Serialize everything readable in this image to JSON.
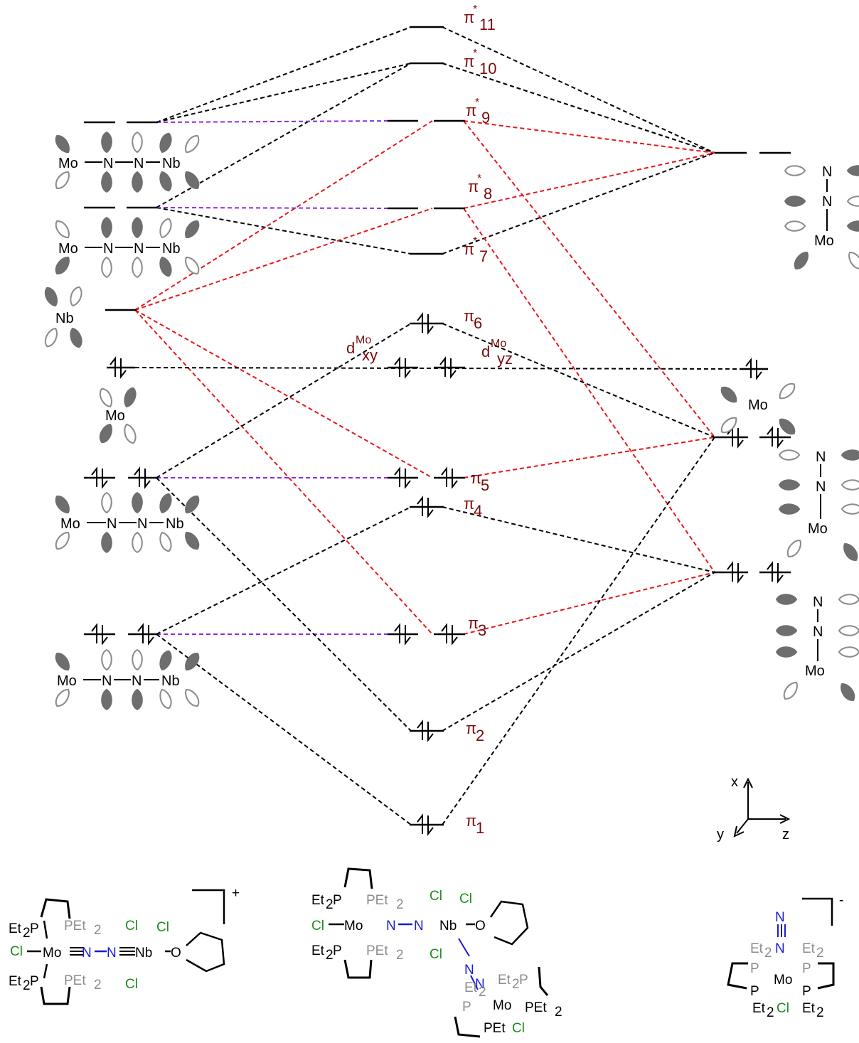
{
  "mo_labels": {
    "pi11": {
      "base": "π",
      "sup": "*",
      "sub": "11"
    },
    "pi10": {
      "base": "π",
      "sup": "*",
      "sub": "10"
    },
    "pi9": {
      "base": "π",
      "sup": "*",
      "sub": "9"
    },
    "pi8": {
      "base": "π",
      "sup": "*",
      "sub": "8"
    },
    "pi7": {
      "base": "π",
      "sup": "*",
      "sub": "7"
    },
    "pi6": {
      "base": "π",
      "sub": "6"
    },
    "pi5": {
      "base": "π",
      "sub": "5"
    },
    "pi4": {
      "base": "π",
      "sub": "4"
    },
    "pi3": {
      "base": "π",
      "sub": "3"
    },
    "pi2": {
      "base": "π",
      "sub": "2"
    },
    "pi1": {
      "base": "π",
      "sub": "1"
    },
    "dxy": {
      "base": "d",
      "sup": "Mo",
      "sub": "xy"
    },
    "dyz": {
      "base": "d",
      "sup": "Mo",
      "sub": "yz"
    }
  },
  "fragments": {
    "mo": "Mo",
    "n": "N",
    "nb": "Nb"
  },
  "axes": {
    "x": "x",
    "y": "y",
    "z": "z"
  },
  "structures": {
    "et2p": "Et",
    "two": "2",
    "p": "P",
    "pet2": "PEt",
    "cl": "Cl",
    "o": "O",
    "charge_plus": "+",
    "charge_minus": "-"
  },
  "colors": {
    "black": "#000000",
    "red": "#e8161a",
    "purple": "#8a2be2",
    "label": "#7a0a0a",
    "lobe": "#6e6e6e",
    "gray": "#8c8c8c",
    "green": "#1e8c1e",
    "blue": "#1a1adb"
  }
}
